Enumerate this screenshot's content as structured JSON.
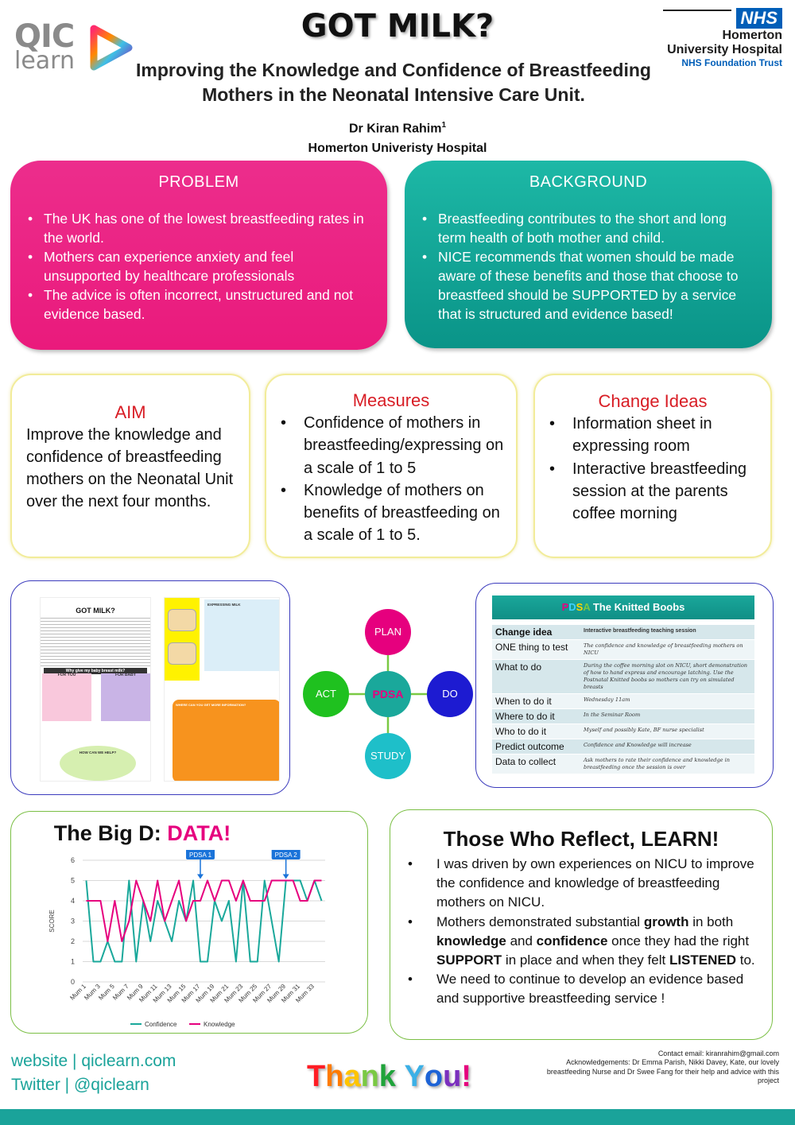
{
  "header": {
    "title": "GOT MILK?",
    "subtitle_line1": "Improving the Knowledge and Confidence of Breastfeeding",
    "subtitle_line2": "Mothers in the Neonatal Intensive Care Unit.",
    "author": "Dr Kiran Rahim",
    "author_sup": "1",
    "institution": "Homerton Univeristy Hospital"
  },
  "logos": {
    "qic_line1": "QIC",
    "qic_line2": "learn",
    "nhs_badge": "NHS",
    "nhs_line1": "Homerton",
    "nhs_line2": "University Hospital",
    "nhs_line3": "NHS Foundation Trust"
  },
  "problem": {
    "heading": "PROBLEM",
    "items": [
      "The UK has one of the lowest breastfeeding rates in the world.",
      "Mothers  can experience anxiety and feel unsupported by healthcare professionals",
      "The advice is often incorrect, unstructured and not evidence based."
    ]
  },
  "background": {
    "heading": "BACKGROUND",
    "items": [
      "Breastfeeding contributes to the short and long term health of both mother and child.",
      "NICE recommends that women should be made aware of these benefits and those that choose to breastfeed should be SUPPORTED by a service that is structured and evidence based!"
    ]
  },
  "aim": {
    "heading": "AIM",
    "text": "Improve the knowledge and confidence of breastfeeding mothers on the Neonatal Unit over the next four months."
  },
  "measures": {
    "heading": "Measures",
    "items": [
      "Confidence of mothers in breastfeeding/expressing on a scale of 1 to 5",
      "Knowledge of mothers on benefits of breastfeeding on a scale of 1 to 5."
    ]
  },
  "change_ideas": {
    "heading": "Change Ideas",
    "items": [
      "Information sheet in expressing room",
      "Interactive breastfeeding session at the parents coffee morning"
    ]
  },
  "leaflet": {
    "title": "GOT MILK?",
    "bar": "Why give my baby breast milk?",
    "for_you": "FOR YOU",
    "for_baby": "FOR BABY",
    "help": "HOW CAN WE HELP?",
    "expressing": "EXPRESSING MILK",
    "more_info": "WHERE CAN YOU GET MORE INFORMATION?"
  },
  "pdsa_cycle": {
    "center": "PDSA",
    "plan": "PLAN",
    "do": "DO",
    "study": "STUDY",
    "act": "ACT",
    "colors": {
      "plan": "#e6007e",
      "do": "#1d1bd1",
      "study": "#1ebfc9",
      "act": "#1fc11f"
    }
  },
  "pdsa_table": {
    "title_p": "P",
    "title_d": "D",
    "title_s": "S",
    "title_a": "A",
    "title_rest": " The Knitted Boobs",
    "rows": [
      {
        "k": "Change idea",
        "v": "Interactive breastfeeding teaching session"
      },
      {
        "k": "ONE thing to test",
        "v": "The confidence and knowledge of breastfeeding mothers on NICU"
      },
      {
        "k": "What to do",
        "v": "During the coffee morning slot on NICU, short demonstration of how to hand express and encourage latching. Use the Postnatal Knitted boobs so mothers can try on simulated breasts"
      },
      {
        "k": "When to do it",
        "v": "Wednesday 11am"
      },
      {
        "k": "Where to do it",
        "v": "In the Seminar Room"
      },
      {
        "k": "Who to do it",
        "v": "Myself and possibly Kate, BF nurse specialist"
      },
      {
        "k": "Predict outcome",
        "v": "Confidence and Knowledge will increase"
      },
      {
        "k": "Data to collect",
        "v": "Ask mothers to rate their confidence and knowledge in breastfeeding once the session is over"
      }
    ]
  },
  "big_d": {
    "title_black": "The Big D:",
    "title_pink": "DATA!"
  },
  "chart_data": {
    "type": "line",
    "title": "",
    "ylabel": "SCORE",
    "xlabel": "",
    "ylim": [
      0,
      6
    ],
    "yticks": [
      0,
      1,
      2,
      3,
      4,
      5,
      6
    ],
    "x_tick_labels": [
      "Mum 1",
      "Mum 3",
      "Mum 5",
      "Mum 7",
      "Mum 9",
      "Mum 11",
      "Mum 13",
      "Mum 15",
      "Mum 17",
      "Mum 19",
      "Mum 21",
      "Mum 23",
      "Mum 25",
      "Mum 27",
      "Mum 29",
      "Mum 31",
      "Mum 33"
    ],
    "categories": [
      "Mum 1",
      "Mum 2",
      "Mum 3",
      "Mum 4",
      "Mum 5",
      "Mum 6",
      "Mum 7",
      "Mum 8",
      "Mum 9",
      "Mum 10",
      "Mum 11",
      "Mum 12",
      "Mum 13",
      "Mum 14",
      "Mum 15",
      "Mum 16",
      "Mum 17",
      "Mum 18",
      "Mum 19",
      "Mum 20",
      "Mum 21",
      "Mum 22",
      "Mum 23",
      "Mum 24",
      "Mum 25",
      "Mum 26",
      "Mum 27",
      "Mum 28",
      "Mum 29",
      "Mum 30",
      "Mum 31",
      "Mum 32",
      "Mum 33",
      "Mum 34"
    ],
    "series": [
      {
        "name": "Confidence",
        "color": "#1aa89b",
        "values": [
          5,
          1,
          1,
          2,
          1,
          1,
          5,
          1,
          4,
          2,
          4,
          3,
          2,
          4,
          3,
          5,
          1,
          1,
          4,
          3,
          4,
          1,
          5,
          1,
          1,
          5,
          3,
          1,
          5,
          5,
          5,
          4,
          5,
          4
        ]
      },
      {
        "name": "Knowledge",
        "color": "#e6007e",
        "values": [
          4,
          4,
          4,
          2,
          4,
          2,
          3,
          5,
          4,
          3,
          5,
          3,
          4,
          5,
          3,
          4,
          4,
          5,
          4,
          5,
          5,
          4,
          5,
          4,
          4,
          4,
          5,
          5,
          5,
          5,
          4,
          4,
          5,
          5
        ]
      }
    ],
    "annotations": [
      {
        "label": "PDSA 1",
        "x_index": 16
      },
      {
        "label": "PDSA 2",
        "x_index": 28
      }
    ],
    "legend_position": "bottom"
  },
  "reflect": {
    "heading": "Those Who Reflect, LEARN!",
    "item1": "I was driven by own experiences on NICU to improve the confidence and knowledge of breastfeeding mothers on NICU.",
    "item2_a": "Mothers demonstrated substantial ",
    "item2_b": "growth",
    "item2_c": " in both ",
    "item2_d": "knowledge",
    "item2_e": " and ",
    "item2_f": "confidence",
    "item2_g": " once they had the right ",
    "item2_h": "SUPPORT",
    "item2_i": " in place and when they felt ",
    "item2_j": "LISTENED",
    "item2_k": " to.",
    "item3": "We need to continue to develop an evidence based and supportive breastfeeding service !"
  },
  "footer": {
    "website": "website | qiclearn.com",
    "twitter": "Twitter | @qiclearn",
    "thanks_letters": [
      "T",
      "h",
      "a",
      "n",
      "k",
      " ",
      "Y",
      "o",
      "u",
      "!"
    ],
    "thanks_colors": [
      "#ff1d25",
      "#ff7b00",
      "#ffc400",
      "#7ac943",
      "#1fa33a",
      "#ffffff",
      "#3bb0e6",
      "#1d63d6",
      "#7b2fbe",
      "#e6007e"
    ],
    "contact": "Contact email: kiranrahim@gmail.com",
    "ack": "Acknowledgements: Dr Emma Parish, Nikki Davey, Kate, our lovely breastfeeding Nurse and Dr Swee Fang for their help and advice with this project"
  }
}
